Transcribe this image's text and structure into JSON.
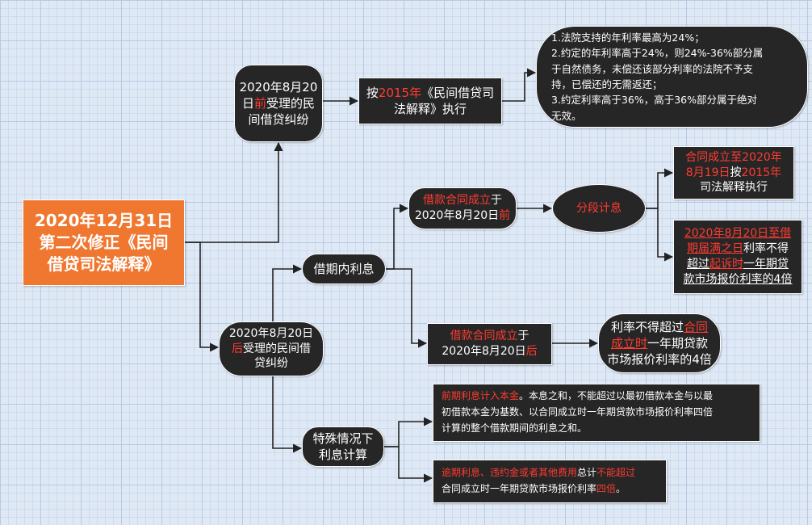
{
  "root": {
    "lines": [
      "2020年12月31日",
      "第二次修正《民间",
      "借贷司法解释》"
    ]
  },
  "before_case": {
    "l1": "2020年8月20",
    "l2a": "日",
    "l2b": "前",
    "l2c": "受理的民",
    "l3": "间借贷纠纷"
  },
  "law2015": {
    "l1a": "按",
    "l1b": "2015年",
    "l1c": "《民间借贷司",
    "l2": "法解释》执行"
  },
  "rules": {
    "l1": "1.法院支持的年利率最高为24%；",
    "l2": "2.约定的年利率高于24%，则24%-36%部分属",
    "l3": "于自然债务，未偿还该部分利率的法院不予支",
    "l4": "持，已偿还的无需返还；",
    "l5": "3.约定利率高于36%，高于36%部分属于绝对",
    "l6": "无效。"
  },
  "after_case": {
    "l1": "2020年8月20日",
    "l2a": "后",
    "l2b": "受理的民间借",
    "l3": "贷纠纷"
  },
  "interest_in_term": {
    "label": "借期内利息"
  },
  "contract_before": {
    "l1a": "借款合同成立",
    "l1b": "于",
    "l2a": "2020年8月20日",
    "l2b": "前"
  },
  "segmented": {
    "label": "分段计息"
  },
  "seg_a": {
    "l1": "合同成立至2020年",
    "l2a": "8月19日",
    "l2b": "按",
    "l2c": "2015年",
    "l3": "司法解释执行"
  },
  "seg_b": {
    "l1": "2020年8月20日至借",
    "l2a": "期届满之日",
    "l2b": "利率不得",
    "l3a": "超过",
    "l3b": "起诉时",
    "l3c": "一年期贷",
    "l4": "款市场报价利率的4倍"
  },
  "contract_after": {
    "l1a": "借款合同成立",
    "l1b": "于",
    "l2a": "2020年8月20日",
    "l2b": "后"
  },
  "after_rate": {
    "l1a": "利率不得超过",
    "l1b": "合同",
    "l2a": "成立时",
    "l2b": "一年期贷款",
    "l3": "市场报价利率的4倍"
  },
  "special": {
    "l1": "特殊情况下",
    "l2": "利息计算"
  },
  "compound": {
    "l1a": "前期利息计入本金",
    "l1b": "。本息之和，不能超过以最初借款本金与以最",
    "l2": "初借款本金为基数、以合同成立时一年期贷款市场报价利率四倍",
    "l3": "计算的整个借款期间的利息之和。"
  },
  "penalty": {
    "l1a": "逾期利息、违约金或者其他费用",
    "l1b": "总计",
    "l1c": "不能超过",
    "l2a": "合同成立时一年期贷款市场报价利率",
    "l2b": "四倍",
    "l2c": "。"
  },
  "colors": {
    "node_bg": "#262626",
    "root_bg": "#f0772f",
    "highlight": "#ff3b30",
    "background": "#dfe9f6"
  }
}
